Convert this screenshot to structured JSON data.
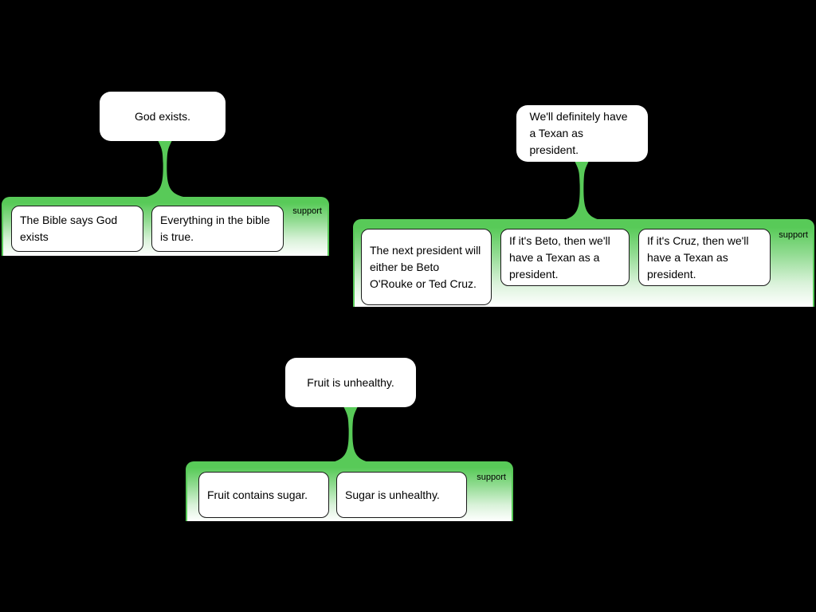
{
  "app": {
    "description": "Argument map canvas",
    "background_color": "#000000",
    "accent_green": "#58ca58",
    "node_background": "#ffffff",
    "text_color": "#000000"
  },
  "trees": [
    {
      "conclusion": "God exists.",
      "relation_label": "support",
      "premises": [
        "The Bible says God exists",
        "Everything in the bible is true."
      ]
    },
    {
      "conclusion": "We'll definitely have a Texan as president.",
      "relation_label": "support",
      "premises": [
        "The next president will either be Beto O'Rouke or Ted Cruz.",
        "If it's Beto, then we'll have a Texan as a president.",
        "If it's Cruz, then we'll have a Texan as president."
      ]
    },
    {
      "conclusion": "Fruit is unhealthy.",
      "relation_label": "support",
      "premises": [
        "Fruit contains sugar.",
        "Sugar is unhealthy."
      ]
    }
  ]
}
